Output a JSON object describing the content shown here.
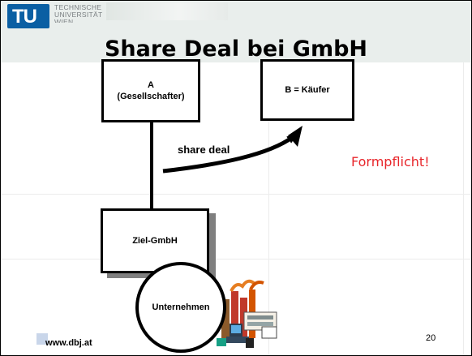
{
  "header": {
    "logo_text": "TU",
    "university_line1": "TECHNISCHE",
    "university_line2": "UNIVERSITÄT",
    "university_line3": "WIEN"
  },
  "title": "Share Deal bei GmbH",
  "diagram": {
    "box_a_line1": "A",
    "box_a_line2": "(Gesellschafter)",
    "box_b": "B = Käufer",
    "box_target": "Ziel-GmbH",
    "circle": "Unternehmen",
    "arrow_label": "share deal"
  },
  "note": "Formpflicht!",
  "footer": {
    "url": "www.dbj.at",
    "page_number": "20"
  },
  "colors": {
    "note_color": "#e8262b",
    "logo_blue": "#0a5fa3",
    "header_bg": "#e9eeec"
  }
}
